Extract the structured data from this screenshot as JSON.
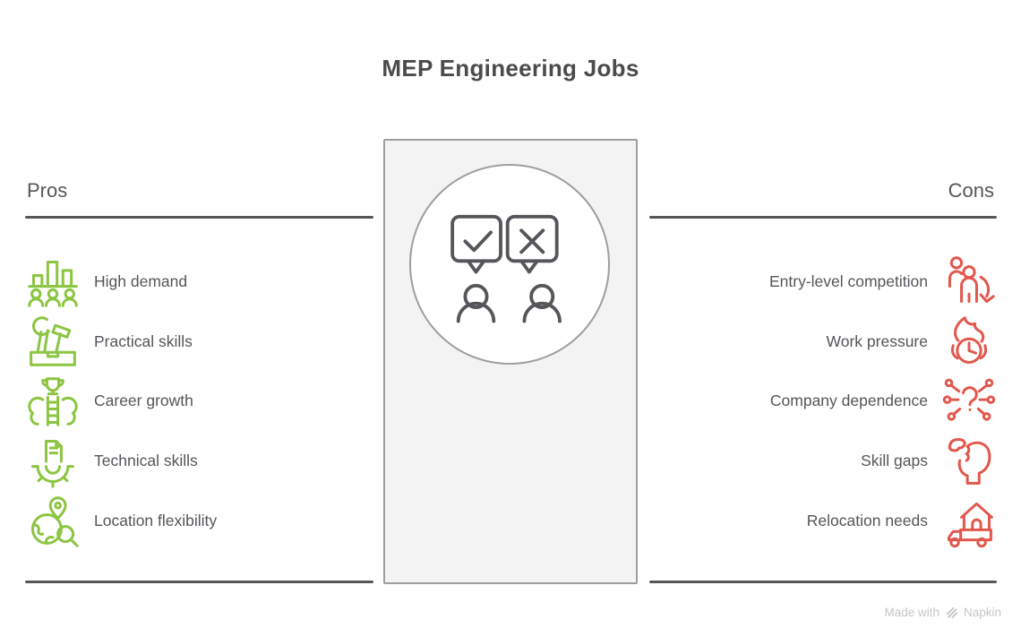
{
  "title": "MEP Engineering Jobs",
  "pros": {
    "heading": "Pros",
    "items": [
      {
        "label": "High demand",
        "icon": "high-demand-icon"
      },
      {
        "label": "Practical skills",
        "icon": "practical-skills-icon"
      },
      {
        "label": "Career growth",
        "icon": "career-growth-icon"
      },
      {
        "label": "Technical skills",
        "icon": "technical-skills-icon"
      },
      {
        "label": "Location flexibility",
        "icon": "location-flexibility-icon"
      }
    ]
  },
  "cons": {
    "heading": "Cons",
    "items": [
      {
        "label": "Entry-level competition",
        "icon": "entry-level-competition-icon"
      },
      {
        "label": "Work pressure",
        "icon": "work-pressure-icon"
      },
      {
        "label": "Company dependence",
        "icon": "company-dependence-icon"
      },
      {
        "label": "Skill gaps",
        "icon": "skill-gaps-icon"
      },
      {
        "label": "Relocation needs",
        "icon": "relocation-needs-icon"
      }
    ]
  },
  "center": {
    "icon": "approve-reject-discussion-icon"
  },
  "footer": {
    "prefix": "Made with",
    "brand": "Napkin"
  },
  "colors": {
    "pros_accent": "#8CC542",
    "cons_accent": "#E2574C",
    "text": "#55565A",
    "line": "#55565A",
    "box_fill": "#F3F3F3",
    "box_border": "#9E9E9E",
    "footer_text": "#C6C6C6"
  }
}
